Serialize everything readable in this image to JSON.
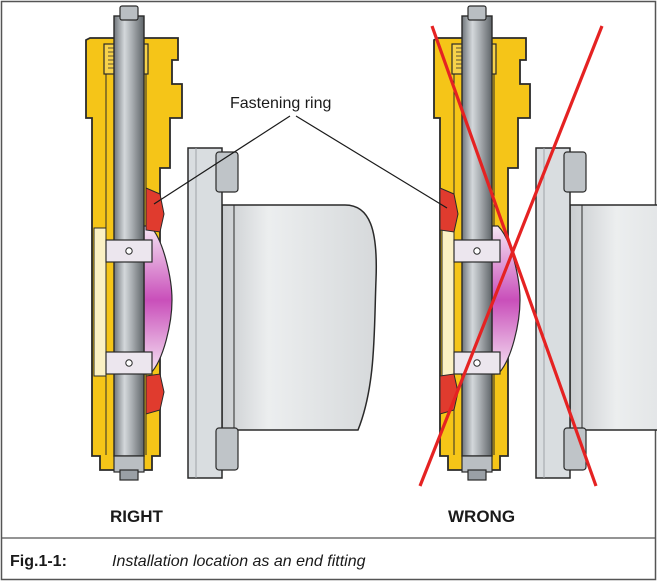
{
  "annotation": {
    "text": "Fastening ring"
  },
  "labels": {
    "right": "RIGHT",
    "wrong": "WRONG"
  },
  "caption": {
    "label": "Fig.1-1:",
    "text": "Installation location as an end fitting"
  },
  "colors": {
    "housing_yellow": "#F5C518",
    "housing_outline": "#2a2a2a",
    "shaft_grey": "#9aa0a6",
    "flange_grey": "#d9dde0",
    "pipe_grey": "#e6e6e6",
    "seal_red": "#e03b2e",
    "disc_pink": "#e9c6e6",
    "cross_red": "#e52222"
  }
}
